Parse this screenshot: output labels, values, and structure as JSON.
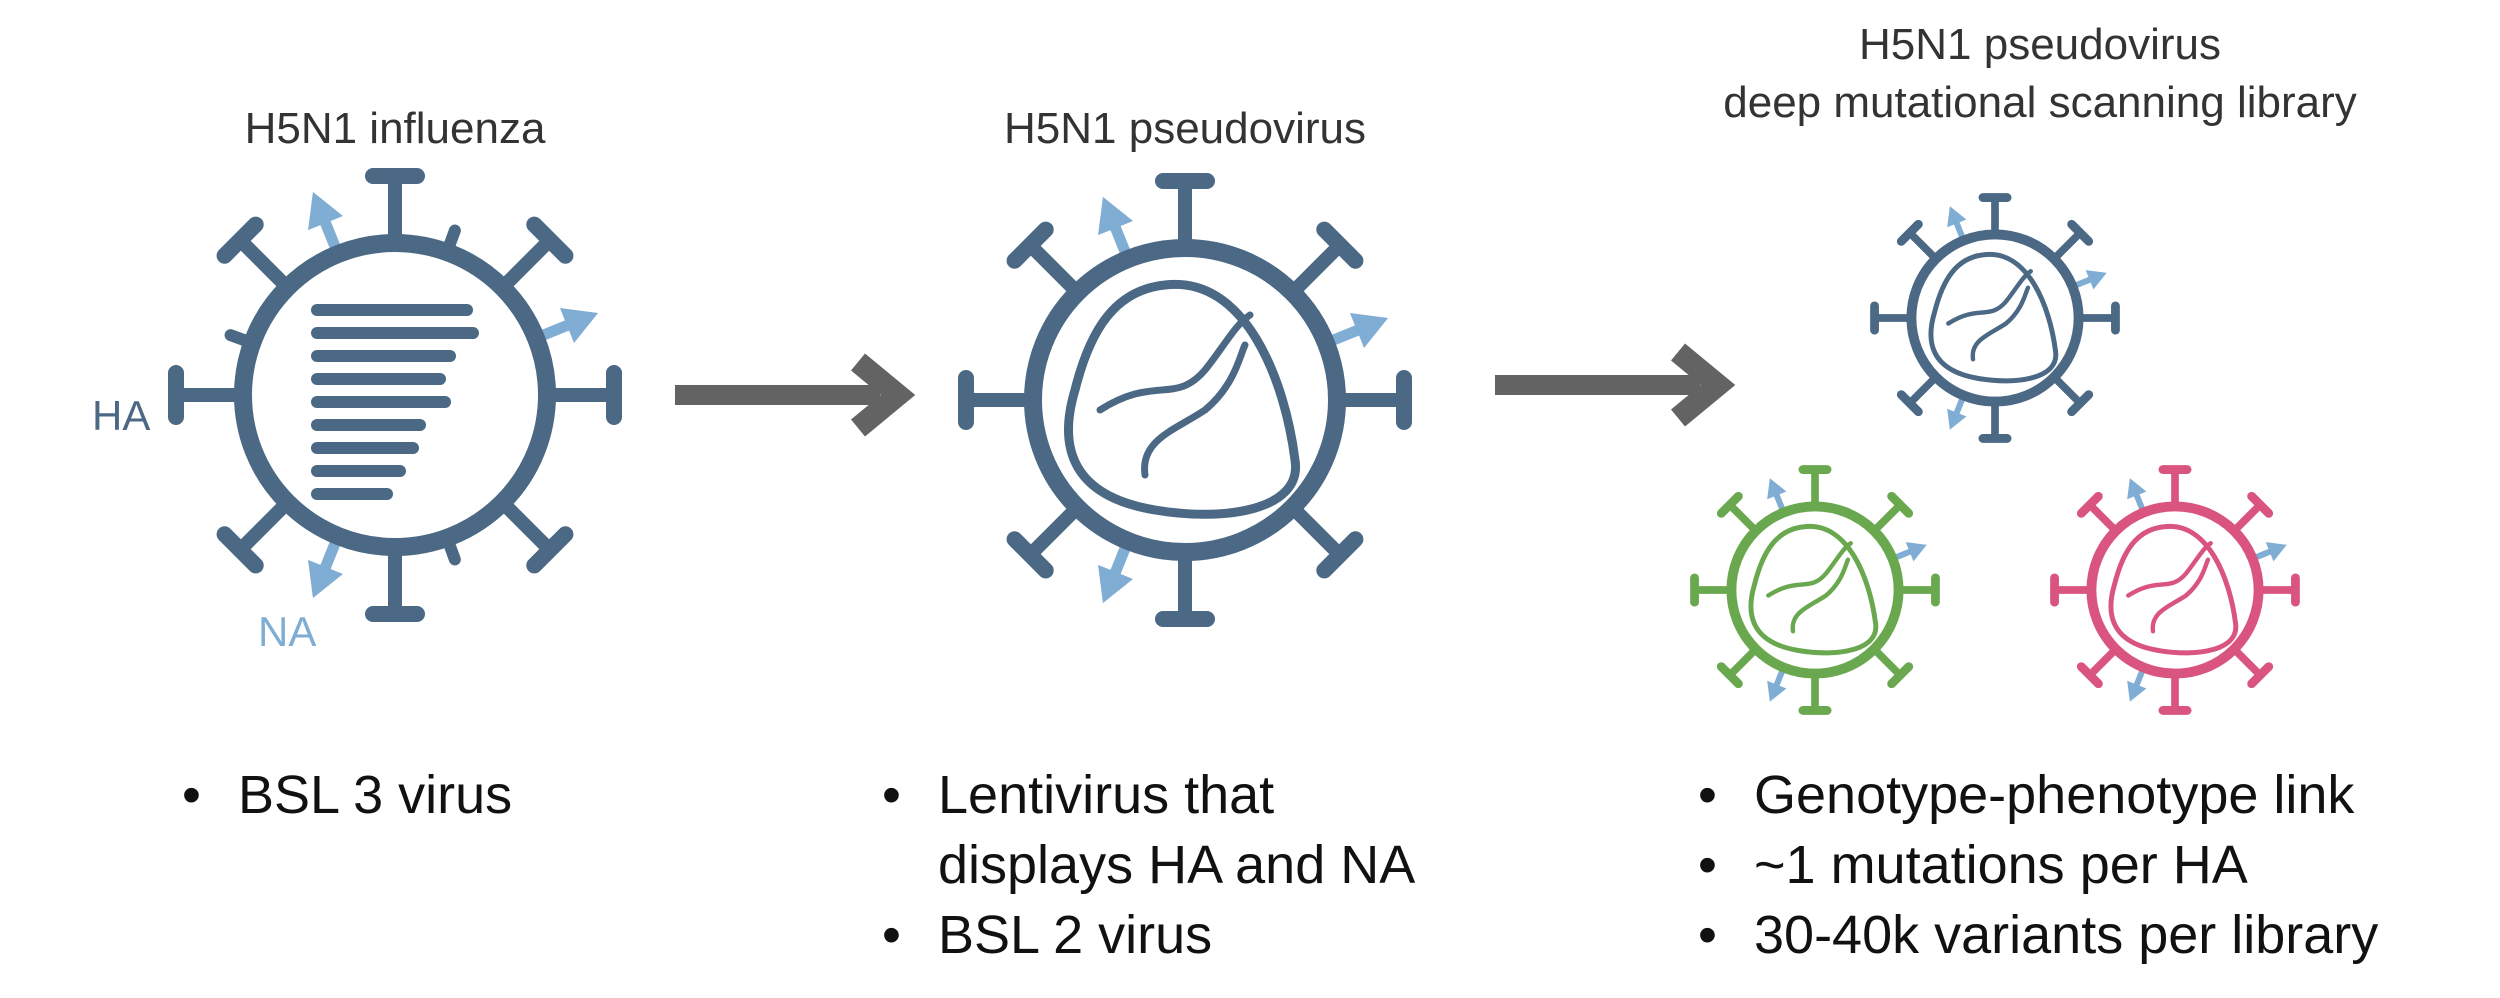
{
  "panels": [
    {
      "title_lines": [
        "H5N1 influenza"
      ],
      "bullets": [
        "BSL 3 virus"
      ]
    },
    {
      "title_lines": [
        "H5N1 pseudovirus"
      ],
      "bullets": [
        "Lentivirus that displays HA and NA",
        "BSL 2 virus"
      ]
    },
    {
      "title_lines": [
        "H5N1 pseudovirus",
        "deep mutational scanning library"
      ],
      "bullets": [
        "Genotype-phenotype link",
        "~1 mutations per HA",
        "30-40k variants per library"
      ]
    }
  ],
  "labels": {
    "ha": "HA",
    "na": "NA"
  },
  "colors": {
    "virus": "#4b6884",
    "na_arrow": "#7fadd4",
    "arrow": "#636363",
    "green_variant": "#6aa84f",
    "pink_variant": "#d9547f",
    "text": "#111111"
  }
}
